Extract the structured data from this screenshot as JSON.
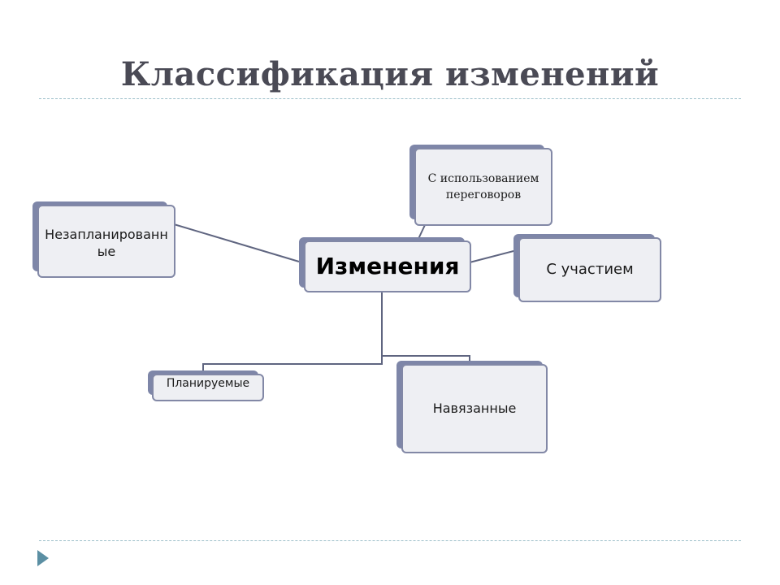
{
  "slide": {
    "title": "Классификация изменений"
  },
  "diagram": {
    "center": "Изменения",
    "nodes": {
      "negotiation": "С использованием переговоров",
      "unplanned": "Незапланированные",
      "participation": "С участием",
      "planned": "Планируемые",
      "imposed": "Навязанные"
    }
  },
  "colors": {
    "box_fill": "#eeeff3",
    "box_border": "#8288a6",
    "box_shadow": "#7e86a8",
    "connector": "#5f6580",
    "title": "#4a4a55",
    "rule": "#9dbfc9",
    "nav_arrow": "#5b8fa3"
  },
  "icons": {
    "nav": "play-arrow-icon"
  }
}
